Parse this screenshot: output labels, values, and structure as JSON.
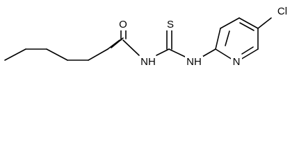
{
  "molecule": {
    "atoms": [
      {
        "name": "atom-label-oxygen",
        "label": "O"
      },
      {
        "name": "atom-label-sulfur",
        "label": "S"
      },
      {
        "name": "atom-label-chlorine",
        "label": "Cl"
      },
      {
        "name": "atom-label-amide-nh",
        "label": "NH"
      },
      {
        "name": "atom-label-thiourea-nh",
        "label": "NH"
      },
      {
        "name": "atom-label-pyridine-n",
        "label": "N"
      }
    ]
  }
}
